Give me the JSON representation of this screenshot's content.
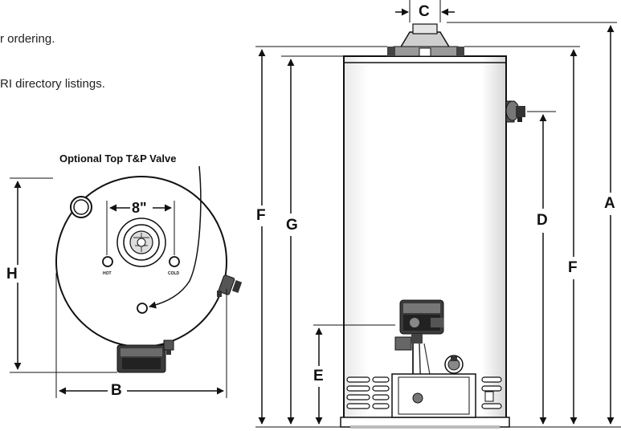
{
  "text_fragments": {
    "line1": "r ordering.",
    "line2": "RI directory listings."
  },
  "top_view": {
    "title": "Optional Top T&P Valve",
    "spacing": "8\"",
    "hot_label": "HOT",
    "cold_label": "COLD",
    "dim_h": "H",
    "dim_b": "B"
  },
  "side_view": {
    "dim_c": "C",
    "dim_f_left": "F",
    "dim_g": "G",
    "dim_d": "D",
    "dim_f_right": "F",
    "dim_a": "A",
    "dim_e": "E"
  },
  "colors": {
    "line": "#111111",
    "tank_fill": "#ffffff",
    "shade": "#8a8a8a"
  }
}
